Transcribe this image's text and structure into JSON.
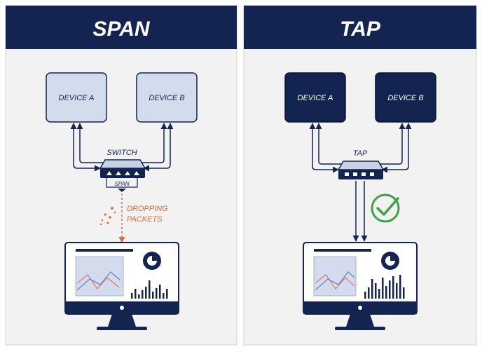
{
  "colors": {
    "navy": "#12244f",
    "light_device": "#d3dcec",
    "panel_bg": "#f2f2f3",
    "drop_orange": "#e26a3c",
    "check_green": "#3fa145",
    "chart_pink": "#e07a72",
    "chart_blue": "#6b86c4"
  },
  "span_panel": {
    "title": "SPAN",
    "device_a": "DEVICE A",
    "device_b": "DEVICE B",
    "switch_label": "SWITCH",
    "span_port_label": "SPAN",
    "drop_line1": "DROPPING",
    "drop_line2": "PACKETS"
  },
  "tap_panel": {
    "title": "TAP",
    "device_a": "DEVICE A",
    "device_b": "DEVICE B",
    "tap_label": "TAP"
  },
  "icons": {
    "switch": "network-switch-icon",
    "tap": "network-tap-icon",
    "monitor": "monitor-icon",
    "check": "check-circle-icon",
    "donut": "donut-chart-icon"
  }
}
